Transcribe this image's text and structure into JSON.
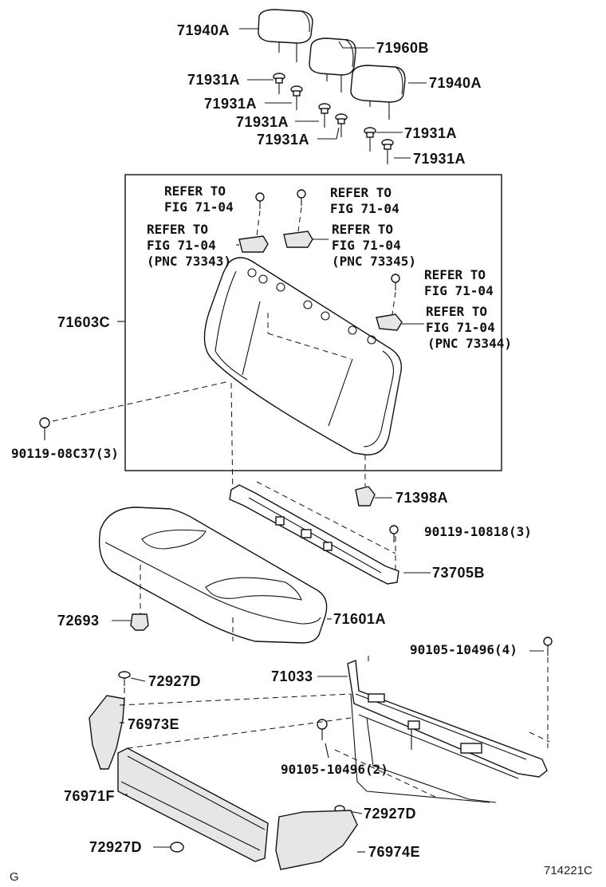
{
  "labels": {
    "hr_left": "71940A",
    "hr_center": "71960B",
    "hr_right": "71940A",
    "guide_1": "71931A",
    "guide_2": "71931A",
    "guide_3": "71931A",
    "guide_4": "71931A",
    "guide_5": "71931A",
    "guide_6": "71931A",
    "refer_a": [
      "REFER TO",
      "FIG 71-04"
    ],
    "refer_b": [
      "REFER TO",
      "FIG 71-04",
      "(PNC 73343)"
    ],
    "refer_c": [
      "REFER TO",
      "FIG 71-04"
    ],
    "refer_d": [
      "REFER TO",
      "FIG 71-04",
      "(PNC 73345)"
    ],
    "refer_e": [
      "REFER TO",
      "FIG 71-04"
    ],
    "refer_f": [
      "REFER TO",
      "FIG 71-04",
      "(PNC 73344)"
    ],
    "seatback": "71603C",
    "bolt_seatback": "90119-08C37(3)",
    "stopper": "71398A",
    "bolt_hinge": "90119-10818(3)",
    "hinge_bar": "73705B",
    "cushion_clip": "72693",
    "cushion": "71601A",
    "frame_bolt_4": "90105-10496(4)",
    "frame": "71033",
    "clip_top": "72927D",
    "cover_e": "76973E",
    "frame_bolt_2": "90105-10496(2)",
    "cover_f": "76971F",
    "clip_mid": "72927D",
    "clip_bot": "72927D",
    "cover_e2": "76974E"
  },
  "footer": {
    "corner": "G",
    "figure_number": "714221C"
  }
}
